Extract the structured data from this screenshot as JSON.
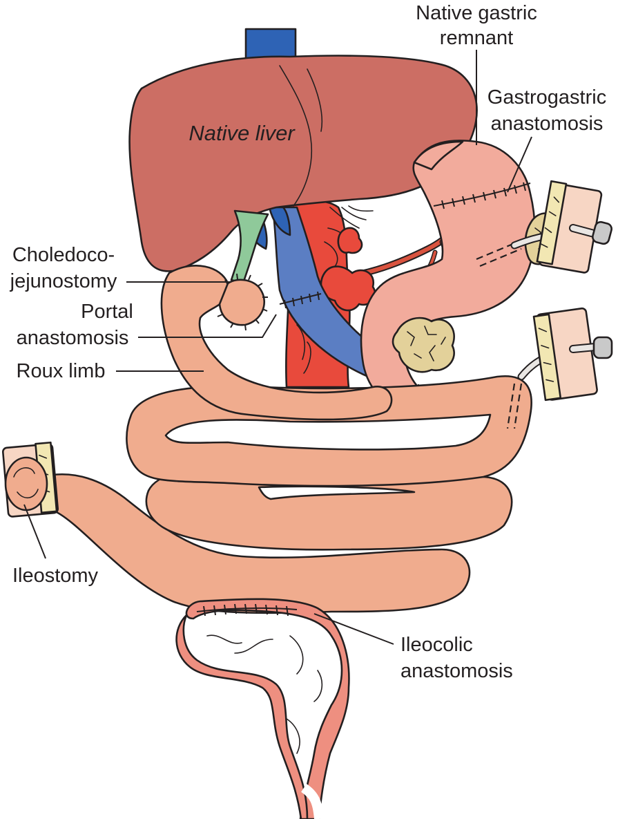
{
  "labels": {
    "native_liver": "Native liver",
    "native_gastric_remnant_line1": "Native gastric",
    "native_gastric_remnant_line2": "remnant",
    "gastrogastric_line1": "Gastrogastric",
    "gastrogastric_line2": "anastomosis",
    "choledoco_line1": "Choledoco-",
    "choledoco_line2": "jejunostomy",
    "portal_line1": "Portal",
    "portal_line2": "anastomosis",
    "roux_limb": "Roux limb",
    "ileostomy": "Ileostomy",
    "ileocolic_line1": "Ileocolic",
    "ileocolic_line2": "anastomosis"
  },
  "colors": {
    "liver": "#cc6e64",
    "bowel": "#f0ac8e",
    "stomach": "#f2ab9c",
    "colon": "#ee8f80",
    "portal_vein": "#5b7ec3",
    "vena_cava": "#2e63b5",
    "aorta": "#e84a3c",
    "bile_duct": "#8fc99a",
    "fat": "#f2e7b3",
    "drain_pad": "#f7d6c4"
  }
}
